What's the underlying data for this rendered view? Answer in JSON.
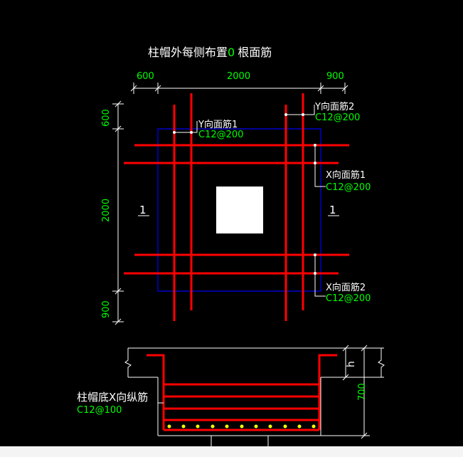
{
  "plan": {
    "title_prefix": "柱帽外每侧布置",
    "title_count": "0",
    "title_suffix": "根面筋",
    "top_dims": [
      "600",
      "2000",
      "900"
    ],
    "left_dims": [
      "600",
      "2000",
      "900"
    ],
    "section_mark_left": "1",
    "section_mark_right": "1",
    "labels": {
      "y1_name": "Y向面筋1",
      "y1_spec": "C12@200",
      "y2_name": "Y向面筋2",
      "y2_spec": "C12@200",
      "x1_name": "X向面筋1",
      "x1_spec": "C12@200",
      "x2_name": "X向面筋2",
      "x2_spec": "C12@200"
    }
  },
  "section": {
    "h_label": "h",
    "height_dim": "700",
    "bottom_rebar_name": "柱帽底X向纵筋",
    "bottom_rebar_spec": "C12@100"
  },
  "colors": {
    "background": "#000000",
    "rebar": "#ff0000",
    "outline": "#0000ff",
    "column": "#ffffff",
    "spec_text": "#00ff00",
    "label_text": "#ffffff",
    "dots": "#ffff00"
  }
}
